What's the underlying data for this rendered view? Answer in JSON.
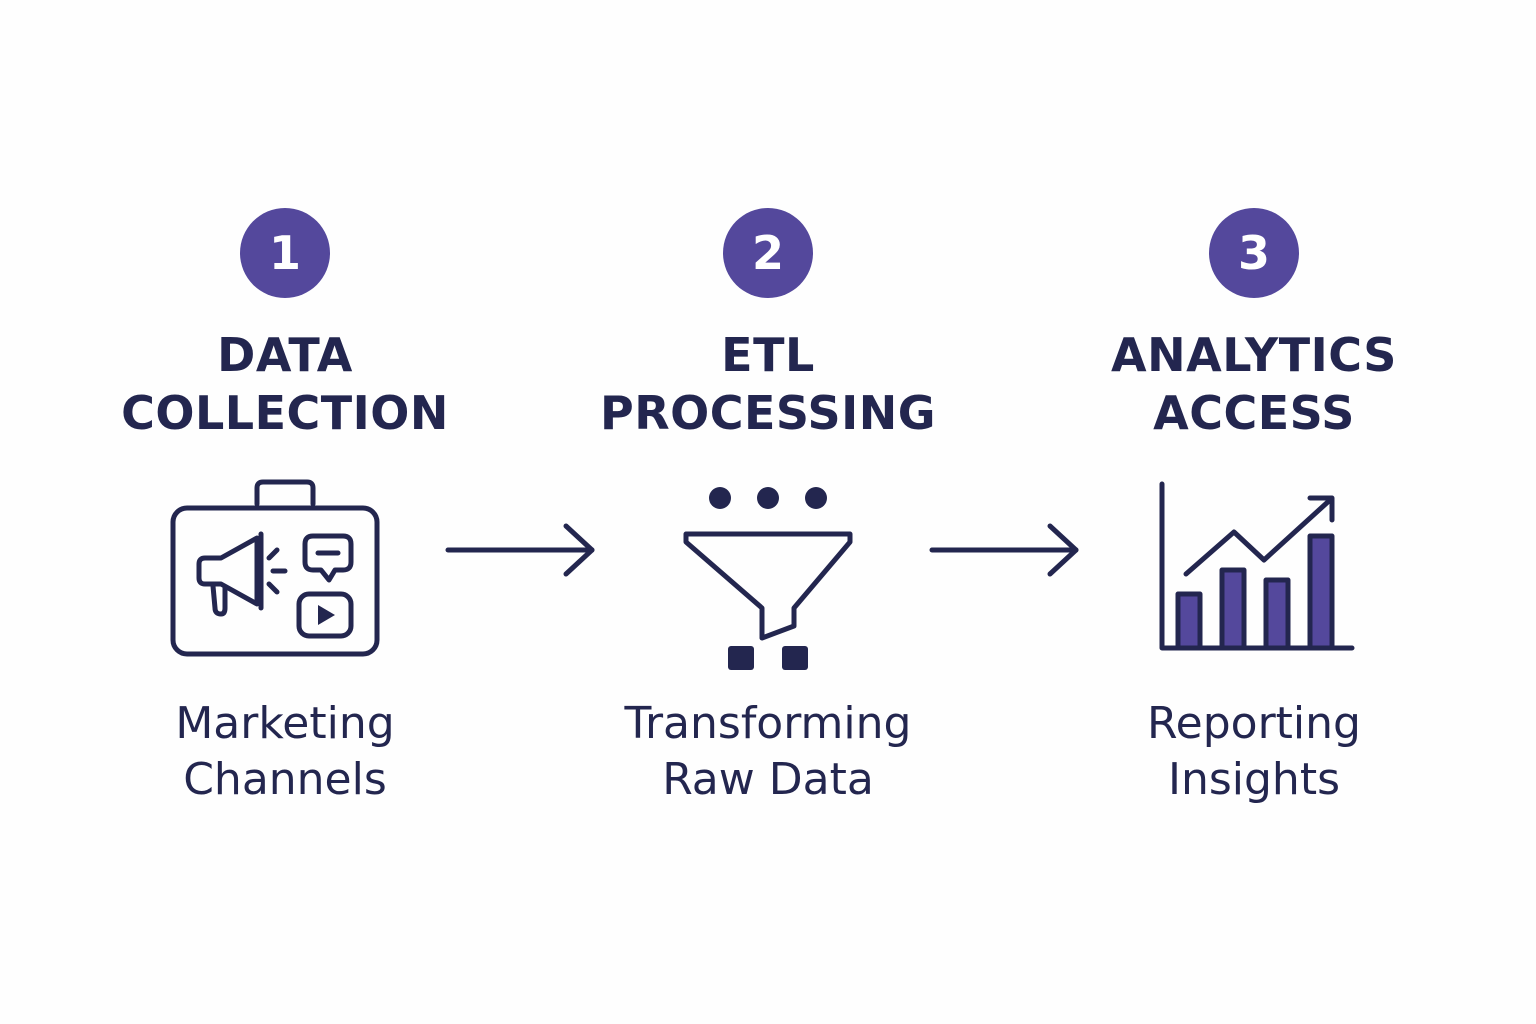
{
  "colors": {
    "accent": "#54489c",
    "ink": "#23264f",
    "background": "#fefefe"
  },
  "steps": [
    {
      "number": "1",
      "title_lines": [
        "DATA",
        "COLLECTION"
      ],
      "icon": "briefcase-megaphone-icon",
      "caption_lines": [
        "Marketing",
        "Channels"
      ]
    },
    {
      "number": "2",
      "title_lines": [
        "ETL",
        "PROCESSING"
      ],
      "icon": "funnel-icon",
      "caption_lines": [
        "Transforming",
        "Raw Data"
      ]
    },
    {
      "number": "3",
      "title_lines": [
        "ANALYTICS",
        "ACCESS"
      ],
      "icon": "bar-chart-trend-icon",
      "caption_lines": [
        "Reporting",
        "Insights"
      ]
    }
  ],
  "arrows": [
    {
      "icon": "arrow-right-icon"
    },
    {
      "icon": "arrow-right-icon"
    }
  ]
}
